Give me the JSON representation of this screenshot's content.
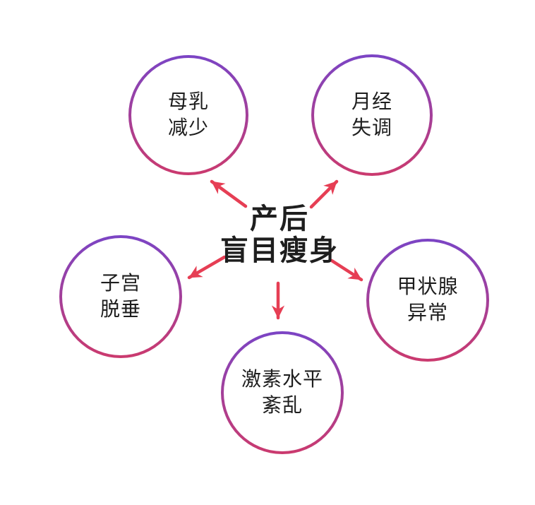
{
  "diagram": {
    "title": {
      "line1": "产后",
      "line2": "盲目瘦身"
    },
    "nodes": [
      {
        "position": "top-left",
        "label_line1": "母乳",
        "label_line2": "减少"
      },
      {
        "position": "top-right",
        "label_line1": "月经",
        "label_line2": "失调"
      },
      {
        "position": "left",
        "label_line1": "子宫",
        "label_line2": "脱垂"
      },
      {
        "position": "right",
        "label_line1": "甲状腺",
        "label_line2": "异常"
      },
      {
        "position": "bottom",
        "label_line1": "激素水平",
        "label_line2": "紊乱"
      }
    ],
    "colors": {
      "circle_gradient_top": "#7b44c5",
      "circle_gradient_bottom": "#cb3a6e",
      "arrow": "#e63e54",
      "text": "#1e1e1e",
      "background": "#ffffff"
    }
  }
}
